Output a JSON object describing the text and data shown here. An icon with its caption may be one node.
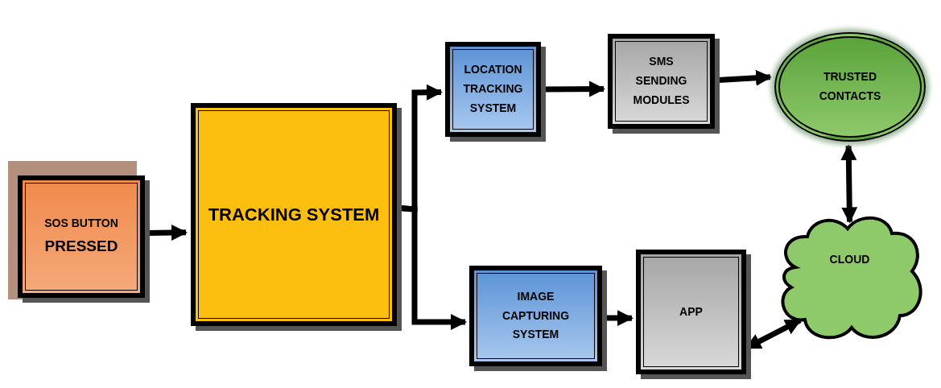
{
  "diagram": {
    "nodes": [
      {
        "text": [
          "SOS BUTTON",
          "PRESSED"
        ]
      },
      {
        "text": [
          "TRACKING SYSTEM"
        ]
      },
      {
        "text": [
          "LOCATION TRACKING SYSTEM"
        ]
      },
      {
        "text": [
          "SMS SENDING MODULES"
        ]
      },
      {
        "text": [
          "TRUSTED CONTACTS"
        ]
      },
      {
        "text": [
          "IMAGE CAPTURING SYSTEM"
        ]
      },
      {
        "text": [
          "APP"
        ]
      },
      {
        "text": [
          "CLOUD"
        ]
      }
    ],
    "edges": [
      {
        "from": 0,
        "to": 1,
        "arrow": "to"
      },
      {
        "from": 1,
        "to": 2,
        "arrow": "to"
      },
      {
        "from": 1,
        "to": 5,
        "arrow": "to"
      },
      {
        "from": 2,
        "to": 3,
        "arrow": "to"
      },
      {
        "from": 3,
        "to": 4,
        "arrow": "to"
      },
      {
        "from": 4,
        "to": 7,
        "arrow": "both"
      },
      {
        "from": 5,
        "to": 6,
        "arrow": "to"
      },
      {
        "from": 6,
        "to": 7,
        "arrow": "both"
      }
    ]
  }
}
